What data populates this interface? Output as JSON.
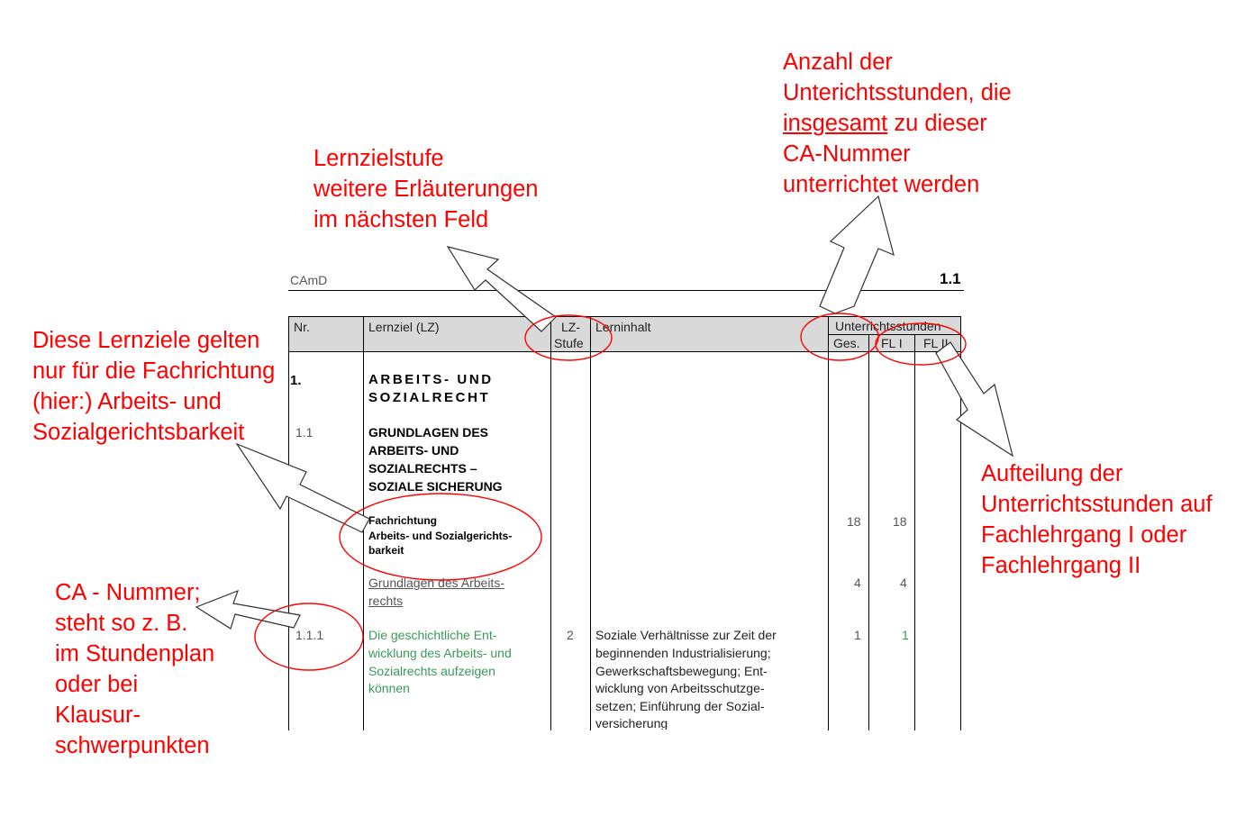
{
  "document": {
    "header_left": "CAmD",
    "header_right": "1.1",
    "columns": {
      "nr": "Nr.",
      "lernziel": "Lernziel (LZ)",
      "lz_stufe_1": "LZ-",
      "lz_stufe_2": "Stufe",
      "lerninhalt": "Lerninhalt",
      "unterrichtsstunden": "Unterrichtsstunden",
      "ges": "Ges.",
      "fl1": "FL I",
      "fl2": "FL II"
    },
    "rows": {
      "r1_nr": "1.",
      "r1_title_1": "ARBEITS- UND",
      "r1_title_2": "SOZIALRECHT",
      "r2_nr": "1.1",
      "r2_title_1": "GRUNDLAGEN DES",
      "r2_title_2": "ARBEITS- UND",
      "r2_title_3": "SOZIALRECHTS –",
      "r2_title_4": "SOZIALE SICHERUNG",
      "r3_text_1": "Fachrichtung",
      "r3_text_2": "Arbeits- und Sozialgerichts-",
      "r3_text_3": "barkeit",
      "r3_ges": "18",
      "r3_fl1": "18",
      "r4_text_1": "Grundlagen des Arbeits-",
      "r4_text_2": "rechts",
      "r4_ges": "4",
      "r4_fl1": "4",
      "r5_nr": "1.1.1",
      "r5_lz_1": "Die geschichtliche Ent-",
      "r5_lz_2": "wicklung des Arbeits- und",
      "r5_lz_3": "Sozialrechts aufzeigen",
      "r5_lz_4": "können",
      "r5_stufe": "2",
      "r5_inhalt_1": "Soziale Verhältnisse zur Zeit der",
      "r5_inhalt_2": "beginnenden Industrialisierung;",
      "r5_inhalt_3": "Gewerkschaftsbewegung; Ent-",
      "r5_inhalt_4": "wicklung von Arbeitsschutzge-",
      "r5_inhalt_5": "setzen; Einführung der Sozial-",
      "r5_inhalt_6": "versicherung",
      "r5_ges": "1",
      "r5_fl1": "1"
    }
  },
  "annotations": {
    "lernzielstufe": [
      "Lernzielstufe",
      "weitere Erläuterungen",
      "im nächsten Feld"
    ],
    "anzahl": {
      "line1": "Anzahl der",
      "line2": "Unterichtsstunden, die",
      "line3_underlined": "insgesamt",
      "line3_rest": " zu dieser",
      "line4": "CA-Nummer",
      "line5": "unterrichtet werden"
    },
    "fachrichtung": [
      "Diese Lernziele gelten",
      "nur für die Fachrichtung",
      "(hier:) Arbeits- und",
      "Sozialgerichtsbarkeit"
    ],
    "aufteilung": [
      "Aufteilung der",
      "Unterrichtsstunden auf",
      "Fachlehrgang I oder",
      "Fachlehrgang II"
    ],
    "ca_nummer": [
      "CA - Nummer;",
      "steht so z. B.",
      "im Stundenplan",
      "oder bei",
      "Klausur-",
      "schwerpunkten"
    ]
  },
  "colors": {
    "annotation": "#ff0000",
    "header_fill": "#d9d9d9",
    "green_text": "#3a9a57"
  }
}
